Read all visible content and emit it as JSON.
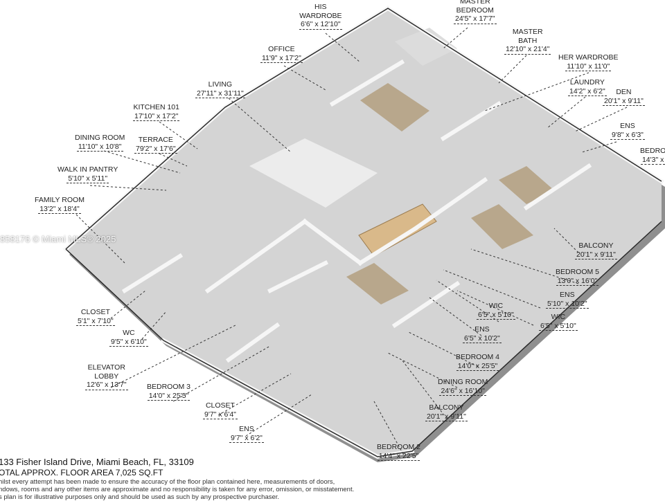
{
  "rooms": [
    {
      "name": "MASTER\nBEDROOM",
      "dim": "24'5\" x 17'7\""
    },
    {
      "name": "HIS\nWARDROBE",
      "dim": "6'6\" x 12'10\""
    },
    {
      "name": "MASTER\nBATH",
      "dim": "12'10\" x 21'4\""
    },
    {
      "name": "HER WARDROBE",
      "dim": "11'10\" x 11'0\""
    },
    {
      "name": "OFFICE",
      "dim": "11'9\" x 17'2\""
    },
    {
      "name": "LAUNDRY",
      "dim": "14'2\" x 6'2\""
    },
    {
      "name": "DEN",
      "dim": "20'1\" x 9'11\""
    },
    {
      "name": "LIVING",
      "dim": "27'11\" x 31'11\""
    },
    {
      "name": "KITCHEN 101",
      "dim": "17'10\" x 17'2\""
    },
    {
      "name": "ENS",
      "dim": "9'8\" x 6'3\""
    },
    {
      "name": "BEDRO",
      "dim": "14'3\" x"
    },
    {
      "name": "DINING ROOM",
      "dim": "11'10\" x 10'8\""
    },
    {
      "name": "TERRACE",
      "dim": "79'2\" x 17'6\""
    },
    {
      "name": "WALK IN PANTRY",
      "dim": "5'10\" x 5'11\""
    },
    {
      "name": "FAMILY ROOM",
      "dim": "13'2\" x 18'4\""
    },
    {
      "name": "BALCONY",
      "dim": "20'1\" x 9'11\""
    },
    {
      "name": "BEDROOM 5",
      "dim": "13'0\" x 16'0\""
    },
    {
      "name": "ENS",
      "dim": "5'10\" x 10'2\""
    },
    {
      "name": "WIC",
      "dim": "6'5\" x 5'10\""
    },
    {
      "name": "WIC",
      "dim": "6'5\" x 5'10\""
    },
    {
      "name": "CLOSET",
      "dim": "5'1\" x 7'10\""
    },
    {
      "name": "WC",
      "dim": "9'5\" x 6'10\""
    },
    {
      "name": "ENS",
      "dim": "6'5\" x 10'2\""
    },
    {
      "name": "ELEVATOR\nLOBBY",
      "dim": "12'6\" x 13'7\""
    },
    {
      "name": "BEDROOM 4",
      "dim": "14'0\" x 25'5\""
    },
    {
      "name": "DINING ROOM",
      "dim": "24'6\" x 16'10\""
    },
    {
      "name": "BEDROOM 3",
      "dim": "14'0\" x 25'5\""
    },
    {
      "name": "BALCONY",
      "dim": "20'1\" x 9'11\""
    },
    {
      "name": "CLOSET",
      "dim": "9'7\" x 6'4\""
    },
    {
      "name": "ENS",
      "dim": "9'7\" x 6'2\""
    },
    {
      "name": "BEDROOM 2",
      "dim": "14'4\" x 22'5\""
    }
  ],
  "watermark": "858176 © Miami MLS® 2025",
  "footer": {
    "address": "133 Fisher Island Drive, Miami Beach, FL, 33109",
    "area": "OTAL APPROX. FLOOR AREA 7,025 SQ.FT",
    "disclaimer": [
      "hilst every attempt has been made to ensure the accuracy of the floor plan contained here, measurements of doors,",
      "ndows, rooms and any other items are approximate and no responsibility is taken for any error, omission, or misstatement.",
      "s plan is for illustrative purposes only and should be used as such by any prospective purchaser."
    ]
  },
  "colors": {
    "wall": "#f2f2f2",
    "floor": "#cfcfcf",
    "wood": "#b9a98e",
    "label": "#222222"
  }
}
